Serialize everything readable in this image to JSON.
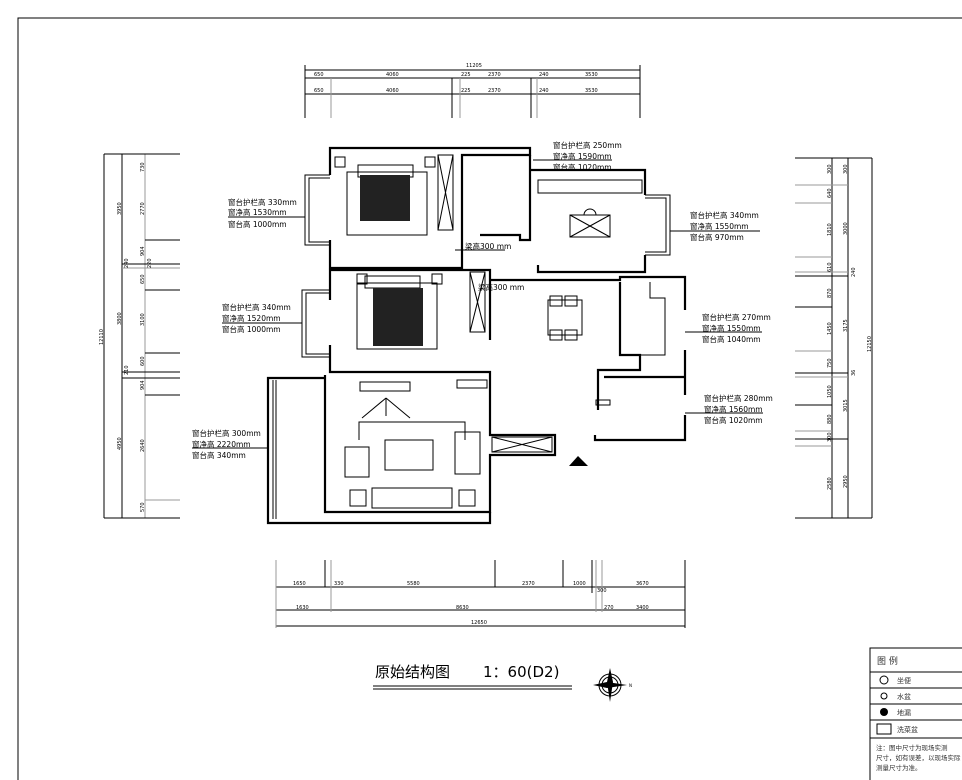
{
  "drawing": {
    "title": "原始结构图",
    "scale": "1：60(D2)",
    "compass_label": "N"
  },
  "dimensions": {
    "top_total": "11205",
    "top_row1": [
      "650",
      "4060",
      "225",
      "2370",
      "240",
      "3530"
    ],
    "top_row2": [
      "650",
      "4060",
      "225",
      "2370",
      "240",
      "3530"
    ],
    "bottom_row1": [
      "1650",
      "330",
      "5580",
      "2370",
      "1000",
      "3670"
    ],
    "bottom_step": "300",
    "bottom_row2": [
      "1630",
      "8630",
      "270",
      "3400"
    ],
    "bottom_total": "12650",
    "left_total": "12110",
    "left_outer": [
      "3950",
      "240",
      "3800",
      "210",
      "4950"
    ],
    "left_inner": [
      "730",
      "2770",
      "904",
      "220",
      "650",
      "3100",
      "600",
      "904",
      "2640",
      "570"
    ],
    "right_total": "12150",
    "right_outer": [
      "300",
      "3000",
      "240",
      "3175",
      "36",
      "3015",
      "2950"
    ],
    "right_inner": [
      "300",
      "640",
      "1810",
      "610",
      "870",
      "1450",
      "750",
      "1050",
      "880",
      "300",
      "2580"
    ]
  },
  "annotations": [
    {
      "rail": "窗台护栏高 330mm",
      "clear": "窗净高 1530mm",
      "sill": "窗台高 1000mm"
    },
    {
      "rail": "窗台护栏高 340mm",
      "clear": "窗净高 1520mm",
      "sill": "窗台高 1000mm"
    },
    {
      "rail": "窗台护栏高 300mm",
      "clear": "窗净高 2220mm",
      "sill": "窗台高 340mm"
    },
    {
      "rail": "窗台护栏高 250mm",
      "clear": "窗净高 1590mm",
      "sill": "窗台高 1020mm"
    },
    {
      "rail": "窗台护栏高 340mm",
      "clear": "窗净高 1550mm",
      "sill": "窗台高 970mm"
    },
    {
      "rail": "窗台护栏高 270mm",
      "clear": "窗净高 1550mm",
      "sill": "窗台高 1040mm"
    },
    {
      "rail": "窗台护栏高 280mm",
      "clear": "窗净高 1560mm",
      "sill": "窗台高 1020mm"
    }
  ],
  "beams": [
    "梁高300 mm",
    "梁高300 mm"
  ],
  "legend": {
    "title": "图 例",
    "items": [
      "坐便",
      "水盆",
      "地漏",
      "洗菜盆"
    ],
    "note": [
      "注：图中尺寸为现场实测",
      "尺寸，如有误差，以现场实际",
      "测量尺寸为准。"
    ]
  }
}
